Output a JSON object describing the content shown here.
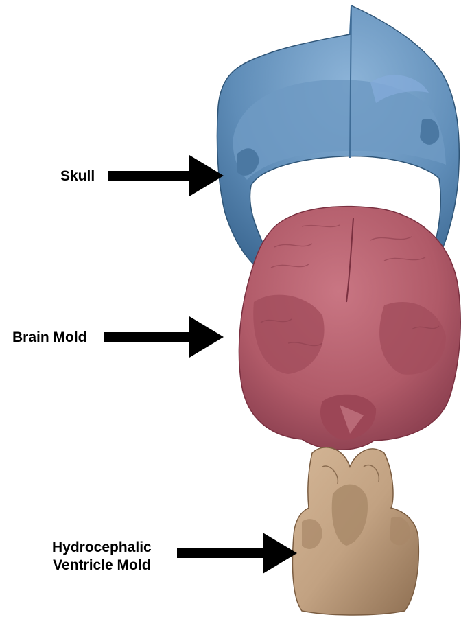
{
  "labels": {
    "skull": "Skull",
    "brain": "Brain Mold",
    "ventricle_line1": "Hydrocephalic",
    "ventricle_line2": "Ventricle Mold"
  },
  "colors": {
    "skull": "#5f8db8",
    "skull_shade": "#3f6c96",
    "brain": "#b05a68",
    "brain_shade": "#8a3e4b",
    "ventricle": "#c2a282",
    "ventricle_shade": "#98795b",
    "arrow": "#000000"
  }
}
